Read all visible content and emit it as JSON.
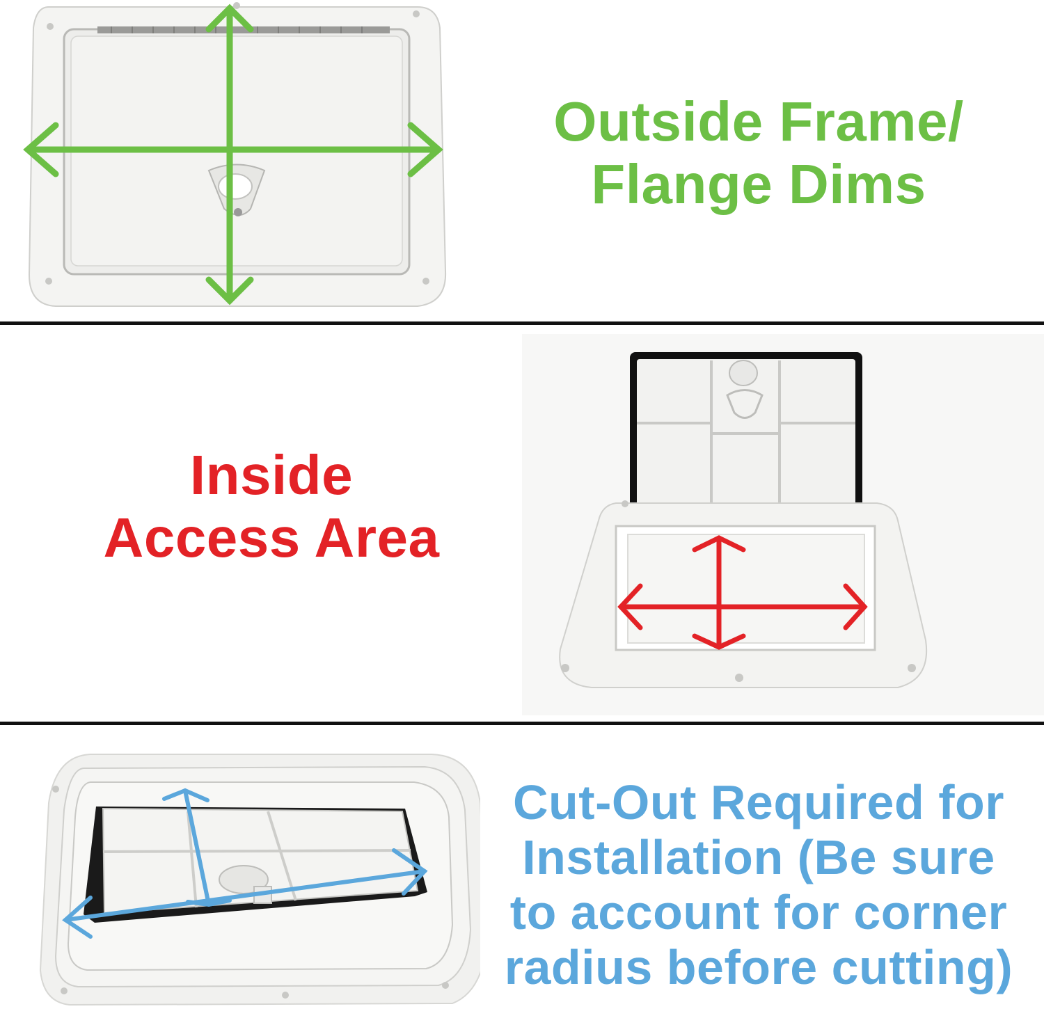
{
  "panels": [
    {
      "id": "outside",
      "lines": [
        "Outside Frame/",
        "Flange Dims"
      ],
      "color": "#6cbf45",
      "photo": "closed-hatch-top-view"
    },
    {
      "id": "inside",
      "lines": [
        "Inside",
        "Access Area"
      ],
      "color": "#e32226",
      "photo": "open-hatch-view"
    },
    {
      "id": "cutout",
      "lines": [
        "Cut-Out Required for",
        "Installation (Be sure",
        "to account for corner",
        "radius before cutting)"
      ],
      "color": "#5ba7dc",
      "photo": "hatch-underside-angled-view"
    }
  ],
  "divider_color": "#111111"
}
